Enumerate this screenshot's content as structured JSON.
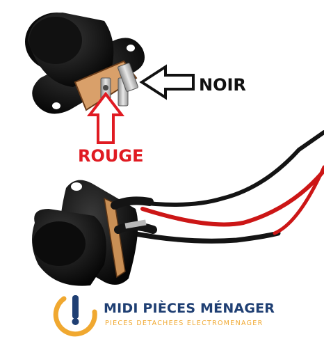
{
  "labels": {
    "black_wire": "NOIR",
    "red_wire": "ROUGE"
  },
  "brand": {
    "name": "MIDI PIÈCES MÉNAGER",
    "tagline": "PIECES DETACHEES ELECTROMENAGER",
    "colors": {
      "primary": "#1f3f73",
      "accent": "#f0a830"
    }
  },
  "colors": {
    "red_arrow": "#e01b22",
    "black_arrow": "#111111"
  }
}
